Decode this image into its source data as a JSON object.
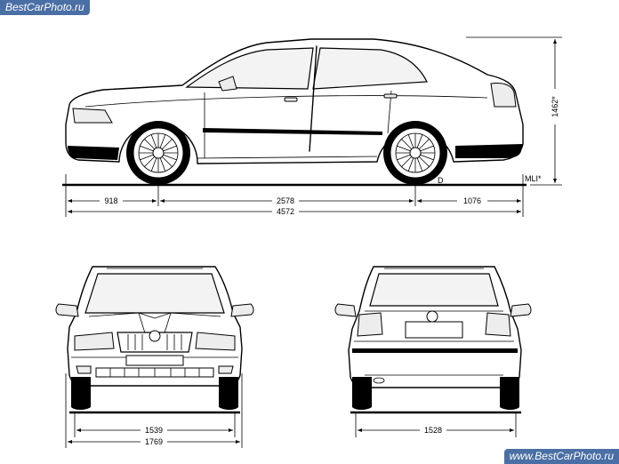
{
  "watermark": {
    "top": "BestCarPhoto.ru",
    "bottom": "www.BestCarPhoto.ru"
  },
  "dimensions": {
    "front_overhang": "918",
    "wheelbase": "2578",
    "rear_overhang": "1076",
    "overall_length": "4572",
    "height": "1462*",
    "height_ref": "MLI*",
    "front_track": "1539",
    "overall_width": "1769",
    "rear_track": "1528"
  },
  "views": [
    "side-view",
    "front-view",
    "rear-view"
  ]
}
